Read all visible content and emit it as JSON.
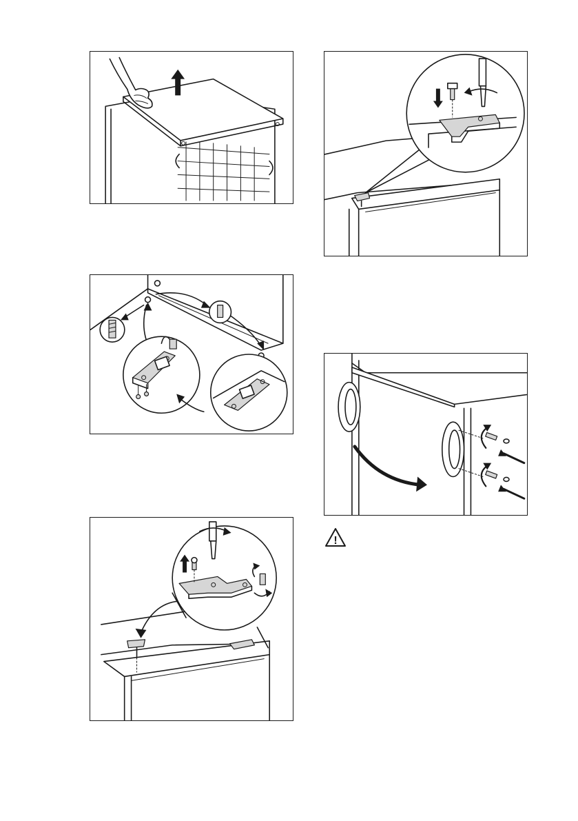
{
  "illustrations": [
    {
      "id": "remove-top-cover"
    },
    {
      "id": "move-hinge-pins"
    },
    {
      "id": "remove-upper-hinge"
    },
    {
      "id": "fit-upper-hinge"
    },
    {
      "id": "move-door-handle"
    }
  ],
  "warning": {
    "icon": "warning-triangle-icon",
    "symbol": "!"
  }
}
